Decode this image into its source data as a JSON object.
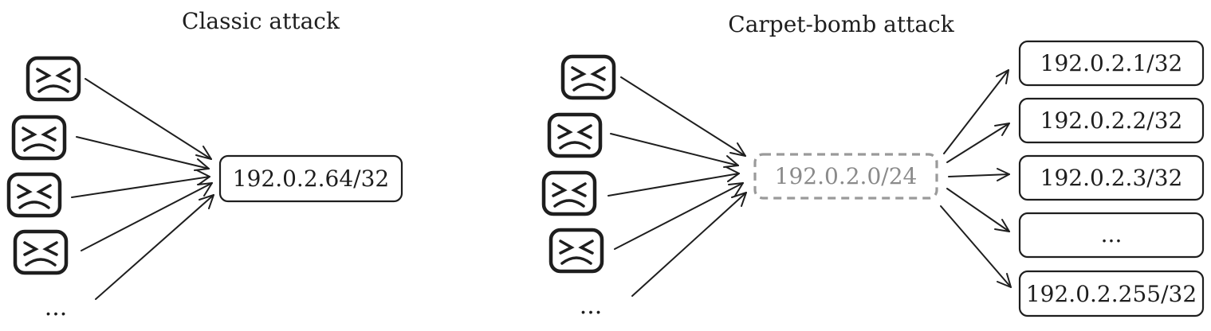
{
  "classic": {
    "title": "Classic attack",
    "target": "192.0.2.64/32",
    "more": "..."
  },
  "carpet": {
    "title": "Carpet-bomb attack",
    "target": "192.0.2.0/24",
    "more": "...",
    "hosts": [
      "192.0.2.1/32",
      "192.0.2.2/32",
      "192.0.2.3/32",
      "...",
      "192.0.2.255/32"
    ]
  },
  "icons": {
    "attacker": "angry-face-icon"
  }
}
